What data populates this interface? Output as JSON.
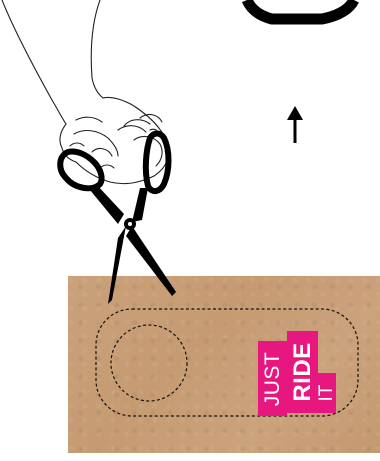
{
  "illustration": {
    "logo": {
      "words": [
        "JUST",
        "RIDE",
        "IT"
      ]
    },
    "colors": {
      "card": "#c69b72",
      "logo": "#e8177f",
      "ink": "#000000"
    },
    "icons": [
      "scissors-icon",
      "hand-icon",
      "arrow-up-icon",
      "hole-ring-icon",
      "dashed-cut-line-icon"
    ]
  }
}
